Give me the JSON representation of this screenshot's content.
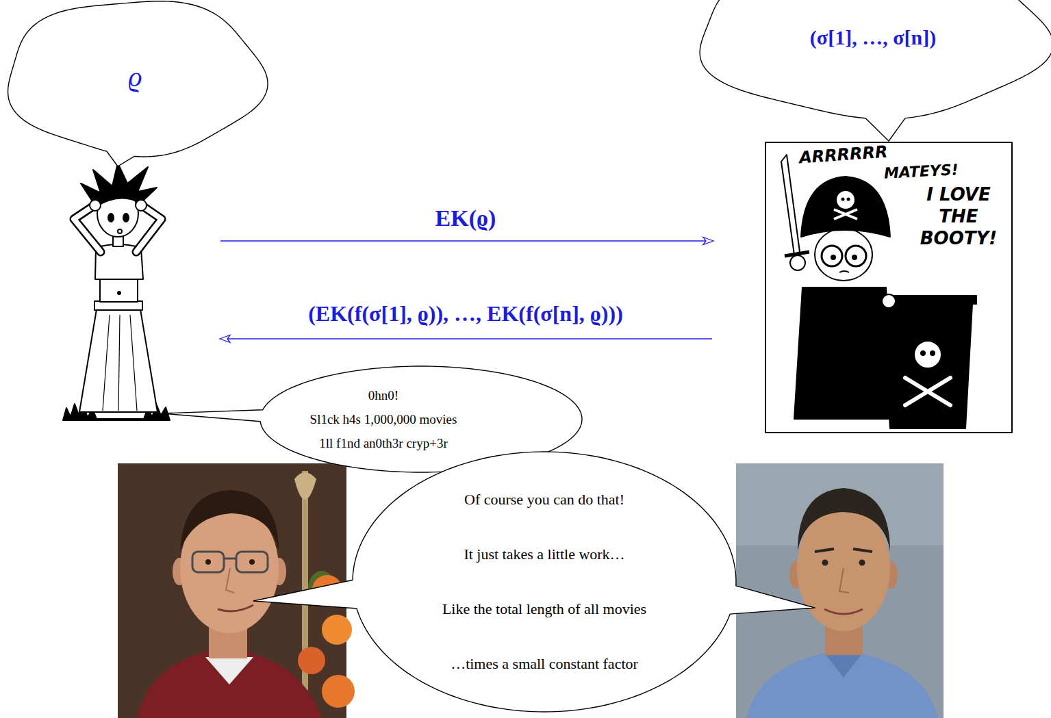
{
  "diagram": {
    "nodes": [
      {
        "text": [
          "ϱ"
        ]
      },
      {
        "text": [
          "(σ[1], …, σ[n])"
        ]
      },
      {
        "text": [
          "0hn0!",
          "Sl1ck h4s 1,000,000 movies",
          "1ll f1nd an0th3r cryp+3r"
        ]
      },
      {
        "text": [
          "Of course you can do that!",
          "It just takes a little work…",
          "Like the total length of all movies",
          "…times a small constant factor"
        ]
      }
    ],
    "labels": [
      "EK(ϱ)",
      "(EK(f(σ[1], ϱ)), …, EK(f(σ[n], ϱ)))",
      "ARRRRRR",
      "MATEYS!",
      "I LOVE THE BOOTY!"
    ]
  }
}
